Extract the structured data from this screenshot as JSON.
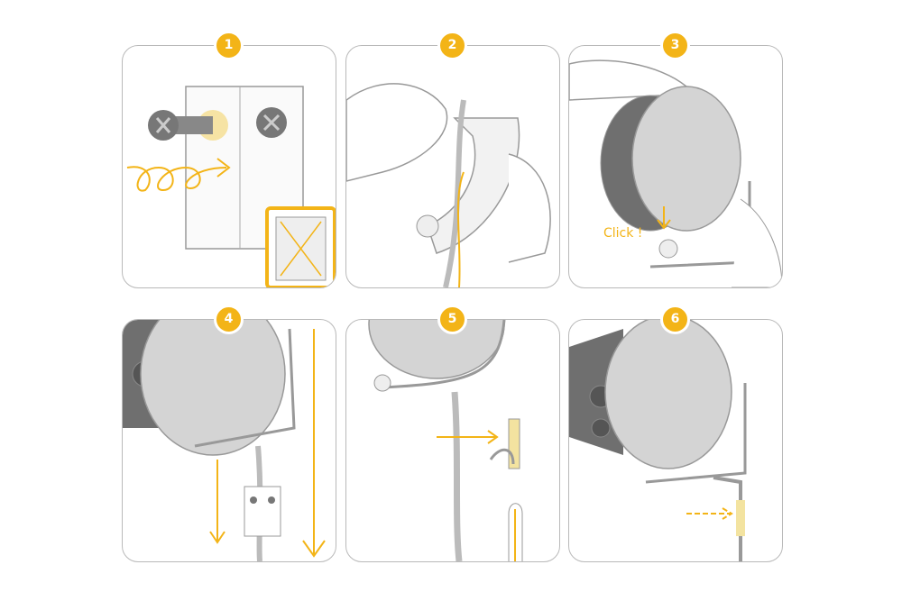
{
  "steps": [
    {
      "number": "1"
    },
    {
      "number": "2"
    },
    {
      "number": "3",
      "caption": "Click !"
    },
    {
      "number": "4"
    },
    {
      "number": "5"
    },
    {
      "number": "6"
    }
  ],
  "colors": {
    "accent": "#f3b417",
    "line": "#9a9a9a",
    "device": "#d4d4d4"
  }
}
